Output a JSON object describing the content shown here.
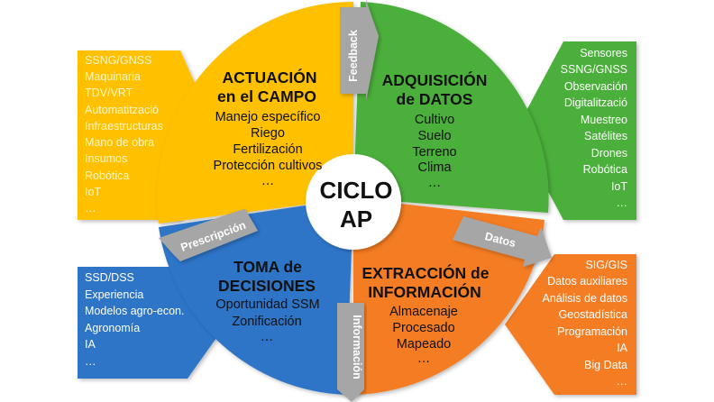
{
  "center": {
    "line1": "CICLO",
    "line2": "AP"
  },
  "quadrants": {
    "actuacion": {
      "title1": "ACTUACIÓN",
      "title2": "en el CAMPO",
      "items": [
        "Manejo específico",
        "Riego",
        "Fertilización",
        "Protección cultivos",
        "…"
      ]
    },
    "adquisicion": {
      "title1": "ADQUISICIÓN",
      "title2": "de DATOS",
      "items": [
        "Cultivo",
        "Suelo",
        "Terreno",
        "Clima",
        "…"
      ]
    },
    "toma": {
      "title1": "TOMA de",
      "title2": "DECISIONES",
      "items": [
        "Oportunidad SSM",
        "Zonificación",
        "…"
      ]
    },
    "extraccion": {
      "title1": "EXTRACCIÓN de",
      "title2": "INFORMACIÓN",
      "items": [
        "Almacenaje",
        "Procesado",
        "Mapeado",
        "…"
      ]
    }
  },
  "arrows": {
    "feedback": "Feedback",
    "datos": "Datos",
    "informacion": "Información",
    "prescripcion": "Prescripción"
  },
  "side_lists": {
    "top_left": [
      "SSNG/GNSS",
      "Maquinaria",
      "TDV/VRT",
      "Automatització",
      "Infraestructuras",
      "Mano de obra",
      "Insumos",
      "Robótica",
      "IoT",
      "…"
    ],
    "top_right": [
      "Sensores",
      "SSNG/GNSS",
      "Observación",
      "Digitalització",
      "Muestreo",
      "Satélites",
      "Drones",
      "Robótica",
      "IoT",
      "…"
    ],
    "bottom_left": [
      "SSD/DSS",
      "Experiencia",
      "Modelos agro-econ.",
      "Agronomía",
      "IA",
      "…"
    ],
    "bottom_right": [
      "SIG/GIS",
      "Datos auxiliares",
      "Análisis de datos",
      "Geostadística",
      "Programación",
      "IA",
      "Big Data",
      "…"
    ]
  },
  "colors": {
    "yellow": "#FFC000",
    "green": "#4CAF3A",
    "blue": "#2F75C8",
    "orange": "#F47B20",
    "grey_arrow": "#A6A6A6"
  }
}
